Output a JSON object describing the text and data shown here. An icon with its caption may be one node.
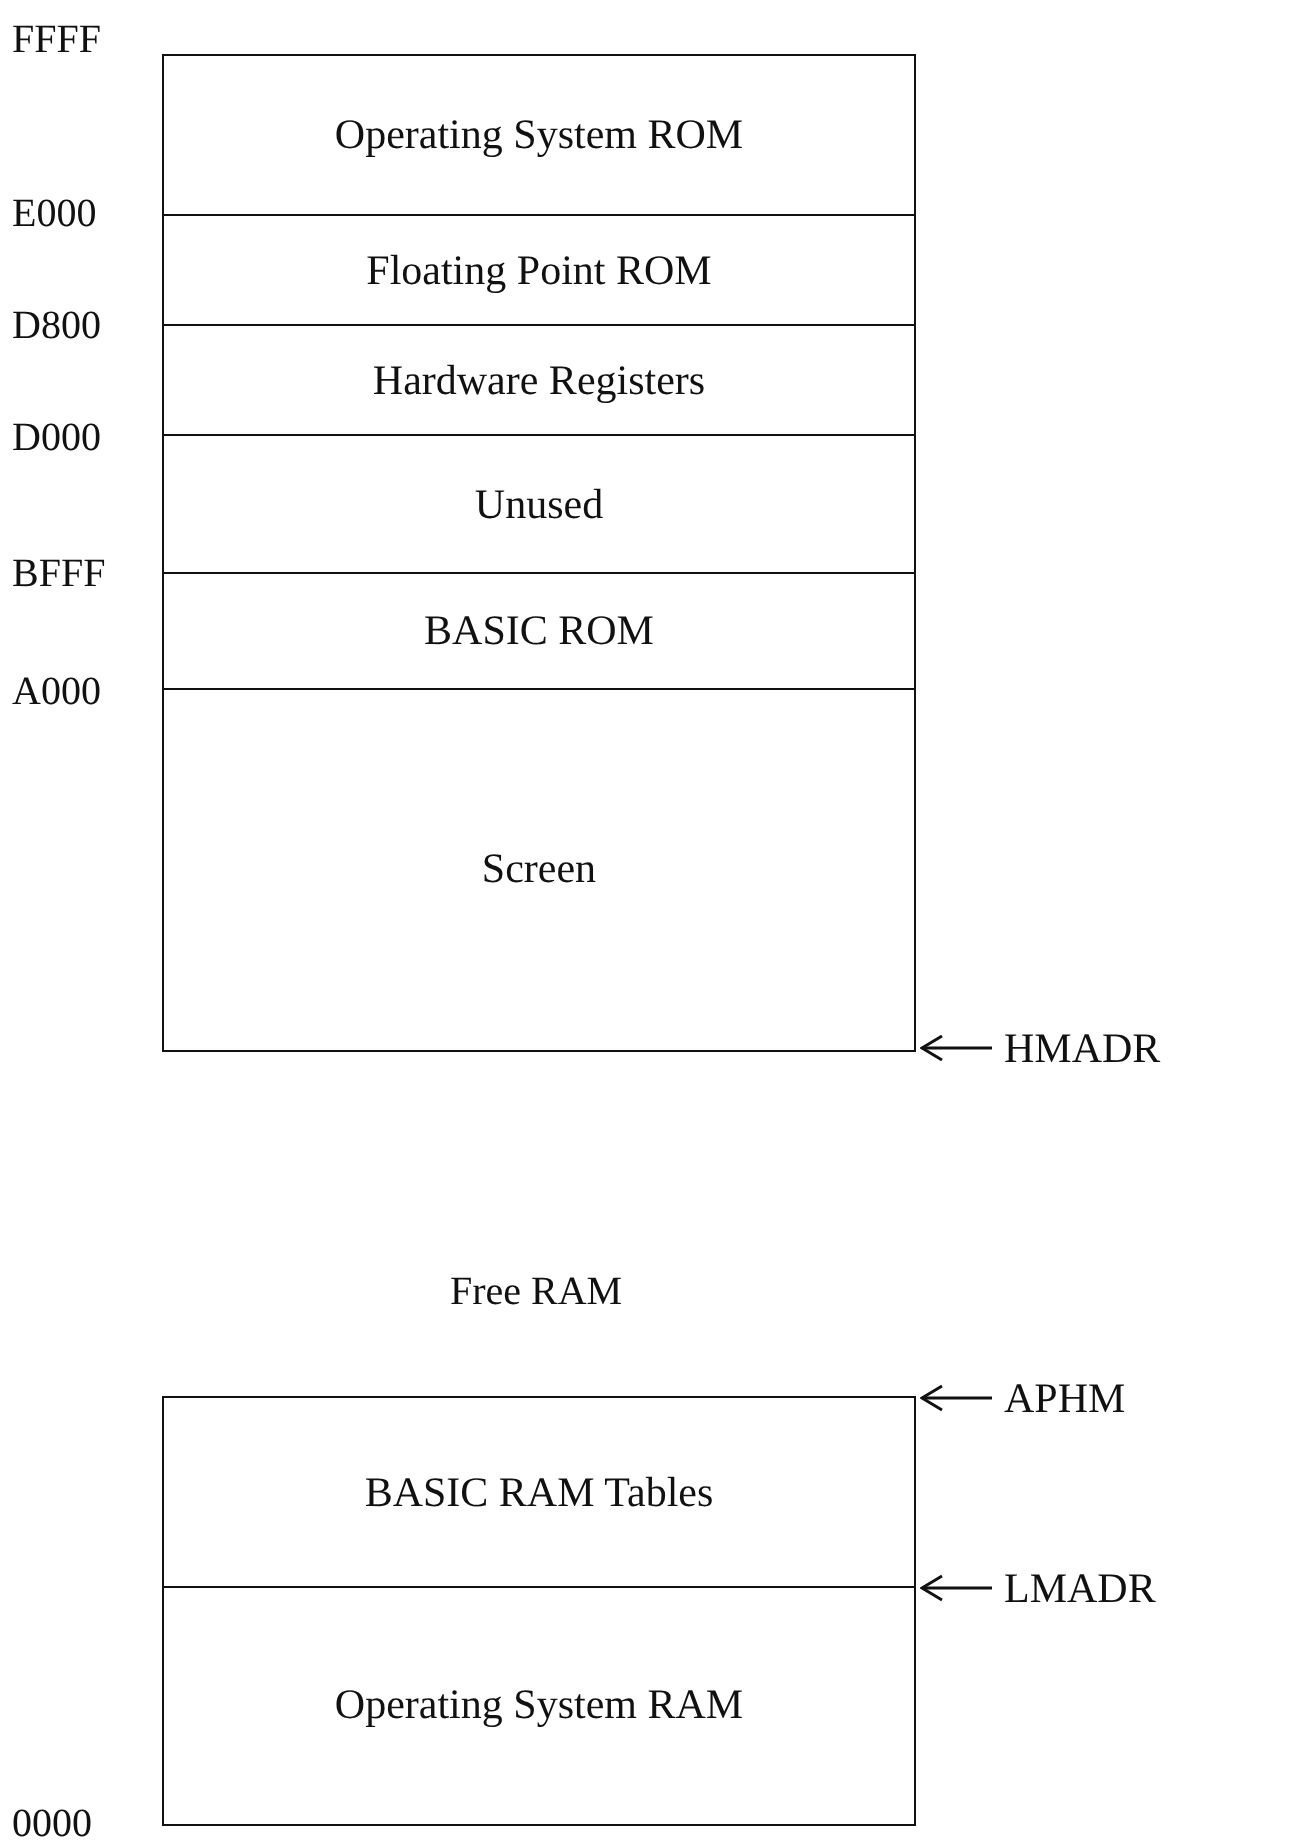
{
  "diagram": {
    "nodes": [
      {
        "text": [
          "Operating System ROM"
        ]
      },
      {
        "text": [
          "Floating Point ROM"
        ]
      },
      {
        "text": [
          "Hardware Registers"
        ]
      },
      {
        "text": [
          "Unused"
        ]
      },
      {
        "text": [
          "BASIC ROM"
        ]
      },
      {
        "text": [
          "Screen"
        ]
      },
      {
        "text": [
          "HMADR"
        ]
      },
      {
        "text": [
          "APHM"
        ]
      },
      {
        "text": [
          "BASIC RAM Tables"
        ]
      },
      {
        "text": [
          "LMADR"
        ]
      },
      {
        "text": [
          "Operating System RAM"
        ]
      }
    ],
    "edges": [
      {
        "from": 6,
        "to": 5,
        "arrow": "to"
      },
      {
        "from": 7,
        "to": 8,
        "arrow": "to"
      },
      {
        "from": 9,
        "to": 8,
        "arrow": "to"
      }
    ],
    "labels": [
      "FFFF",
      "E000",
      "D800",
      "D000",
      "BFFF",
      "A000",
      "Free RAM",
      "0000"
    ]
  }
}
